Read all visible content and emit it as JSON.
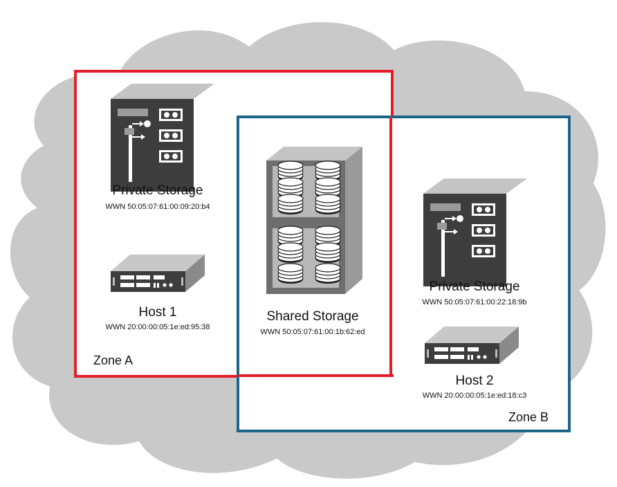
{
  "zones": {
    "a": {
      "label": "Zone A",
      "color": "#e51c2a"
    },
    "b": {
      "label": "Zone B",
      "color": "#1b6688"
    }
  },
  "devices": {
    "private_storage_a": {
      "name": "Private Storage",
      "wwn": "WWN 50:05:07:61:00:09:20:b4",
      "icon": "storage-array-icon"
    },
    "host_1": {
      "name": "Host 1",
      "wwn": "WWN 20:00:00:05:1e:ed:95:38",
      "icon": "rack-server-icon"
    },
    "shared_storage": {
      "name": "Shared Storage",
      "wwn": "WWN 50:05:07:61:00:1b:62:ed",
      "icon": "disk-array-icon"
    },
    "private_storage_b": {
      "name": "Private Storage",
      "wwn": "WWN 50:05:07:61:00:22:18:9b",
      "icon": "storage-array-icon"
    },
    "host_2": {
      "name": "Host 2",
      "wwn": "WWN 20:00:00:05:1e:ed:18:c3",
      "icon": "rack-server-icon"
    }
  },
  "colors": {
    "cloud_fill": "#c9c9c9",
    "cloud_outline": "#ffffff",
    "device_dark": "#3d3d3d",
    "device_mid": "#6e6e6e"
  }
}
